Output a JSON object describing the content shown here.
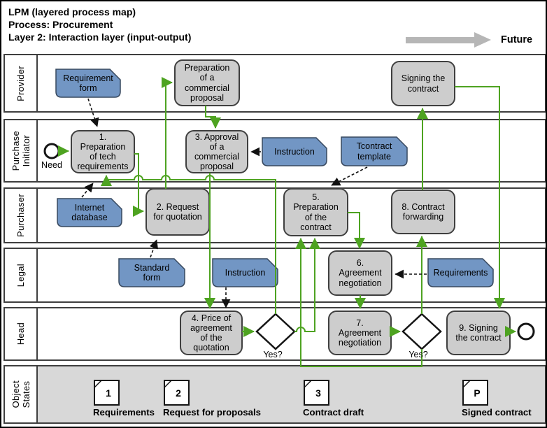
{
  "header": {
    "title_lines": [
      "LPM (layered process map)",
      "Process: Procurement",
      "Layer 2: Interaction layer (input-output)"
    ],
    "future_label": "Future"
  },
  "lanes": {
    "provider": "Provider",
    "purchase_initiator": "Purchase\nInitiator",
    "purchaser": "Purchaser",
    "legal": "Legal",
    "head": "Head",
    "object_states": "Object\nStates"
  },
  "events": {
    "start_label": "Need"
  },
  "gateways": {
    "gateway1_label": "Yes?",
    "gateway2_label": "Yes?"
  },
  "tasks": {
    "prep_commercial": "Preparation\nof a\ncommercial\nproposal",
    "signing_provider": "Signing the\ncontract",
    "t1": "1.\nPreparation\nof tech\nrequirements",
    "t2": "2. Request\nfor quotation",
    "t3": "3. Approval\nof a\ncommercial\nproposal",
    "t4": "4. Price of\nagreement\nof the\nquotation",
    "t5": "5.\nPreparation\nof the\ncontract",
    "t6": "6.\nAgreement\nnegotiation",
    "t7": "7.\nAgreement\nnegotiation",
    "t8": "8. Contract\nforwarding",
    "t9": "9. Signing\nthe contract"
  },
  "data_objects": {
    "requirement_form": "Requirement\nform",
    "instruction_pi": "Instruction",
    "tcontract_template": "Tcontract\ntemplate",
    "internet_database": "Internet\ndatabase",
    "standard_form": "Standard\nform",
    "instruction_legal": "Instruction",
    "requirements_legal": "Requirements"
  },
  "object_states": {
    "items": [
      {
        "code": "1",
        "label": "Requirements"
      },
      {
        "code": "2",
        "label": "Request for proposals"
      },
      {
        "code": "3",
        "label": "Contract draft"
      },
      {
        "code": "P",
        "label": "Signed contract"
      }
    ]
  },
  "colors": {
    "flow_green": "#4ea321",
    "data_blue": "#7296c4",
    "task_fill": "#cdcdcd",
    "lane_shade": "#d8d8d8",
    "future_arrow_gray": "#b6b6b6"
  }
}
